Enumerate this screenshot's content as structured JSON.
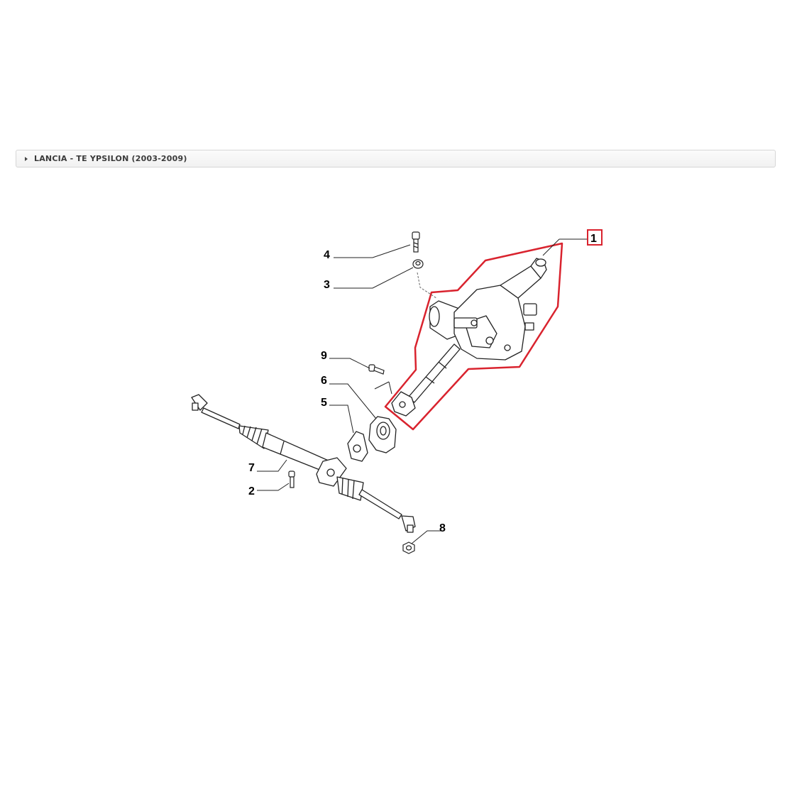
{
  "breadcrumb": {
    "label": "LANCIA - TE YPSILON (2003-2009)"
  },
  "diagram": {
    "callouts": [
      {
        "id": "1",
        "label": "1",
        "highlighted": true
      },
      {
        "id": "2",
        "label": "2"
      },
      {
        "id": "3",
        "label": "3"
      },
      {
        "id": "4",
        "label": "4"
      },
      {
        "id": "5",
        "label": "5"
      },
      {
        "id": "6",
        "label": "6"
      },
      {
        "id": "7",
        "label": "7"
      },
      {
        "id": "8",
        "label": "8"
      },
      {
        "id": "9",
        "label": "9"
      }
    ],
    "highlight_color": "#d9232e"
  }
}
